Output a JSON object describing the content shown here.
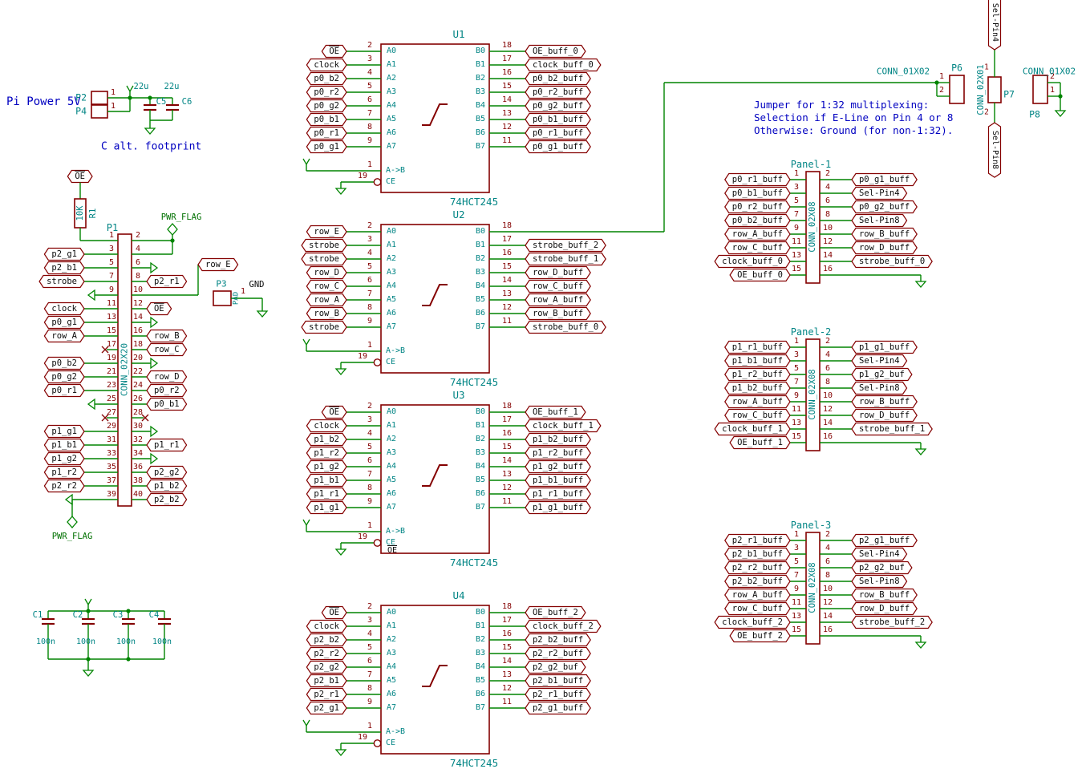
{
  "colors": {
    "wire": "#008400",
    "component": "#840000",
    "field": "#008484",
    "note": "#0000C0",
    "label_text": "#0b0b0b"
  },
  "notes": {
    "power_title": "Pi Power 5V",
    "cap_note": "C alt. footprint",
    "jumper_lines": [
      "Jumper for 1:32 multiplexing:",
      "Selection if E-Line on Pin 4 or 8",
      "Otherwise: Ground (for non-1:32)."
    ]
  },
  "power": {
    "pads": [
      {
        "ref": "P2",
        "n": "1"
      },
      {
        "ref": "P4",
        "n": "1"
      }
    ],
    "caps": [
      {
        "ref": "C5",
        "value": "22u"
      },
      {
        "ref": "C6",
        "value": "22u"
      }
    ]
  },
  "pullup": {
    "ref": "R1",
    "value": "10K",
    "net": "OE"
  },
  "flags": {
    "pwr_flag_top": "PWR_FLAG",
    "pwr_flag_bottom": "PWR_FLAG"
  },
  "row_e": {
    "label": "row_E"
  },
  "p3": {
    "ref": "P3",
    "value": "PAD",
    "n": "1",
    "net": "GND"
  },
  "gpio": {
    "ref": "P1",
    "value": "CONN_02X20",
    "left": [
      {
        "n": "1",
        "conn": "r1"
      },
      {
        "n": "3",
        "label": "p2_g1"
      },
      {
        "n": "5",
        "label": "p2_b1"
      },
      {
        "n": "7",
        "label": "strobe"
      },
      {
        "n": "9",
        "conn": "gnd"
      },
      {
        "n": "11",
        "label": "clock"
      },
      {
        "n": "13",
        "label": "p0_g1"
      },
      {
        "n": "15",
        "label": "row_A"
      },
      {
        "n": "17",
        "conn": "nc"
      },
      {
        "n": "19",
        "label": "p0_b2"
      },
      {
        "n": "21",
        "label": "p0_g2"
      },
      {
        "n": "23",
        "label": "p0_r1"
      },
      {
        "n": "25",
        "conn": "gnd"
      },
      {
        "n": "27",
        "conn": "nc"
      },
      {
        "n": "29",
        "label": "p1_g1"
      },
      {
        "n": "31",
        "label": "p1_b1"
      },
      {
        "n": "33",
        "label": "p1_g2"
      },
      {
        "n": "35",
        "label": "p1_r2"
      },
      {
        "n": "37",
        "label": "p2_r2"
      },
      {
        "n": "39",
        "conn": "pwrflag"
      }
    ],
    "right": [
      {
        "n": "2",
        "conn": "pwr"
      },
      {
        "n": "4",
        "conn": "pwr"
      },
      {
        "n": "6",
        "conn": "gnd"
      },
      {
        "n": "8",
        "label": "p2_r1"
      },
      {
        "n": "10",
        "conn": "rowe"
      },
      {
        "n": "12",
        "label": "OE",
        "bar": true
      },
      {
        "n": "14",
        "conn": "gnd"
      },
      {
        "n": "16",
        "label": "row_B"
      },
      {
        "n": "18",
        "label": "row_C"
      },
      {
        "n": "20",
        "conn": "gnd"
      },
      {
        "n": "22",
        "label": "row_D"
      },
      {
        "n": "24",
        "label": "p0_r2"
      },
      {
        "n": "26",
        "label": "p0_b1"
      },
      {
        "n": "28",
        "conn": "nc"
      },
      {
        "n": "30",
        "conn": "gnd"
      },
      {
        "n": "32",
        "label": "p1_r1"
      },
      {
        "n": "34",
        "conn": "gnd"
      },
      {
        "n": "36",
        "label": "p2_g2"
      },
      {
        "n": "38",
        "label": "p1_b2"
      },
      {
        "n": "40",
        "label": "p2_b2"
      }
    ]
  },
  "decoupling": [
    {
      "ref": "C1",
      "value": "100n"
    },
    {
      "ref": "C2",
      "value": "100n"
    },
    {
      "ref": "C3",
      "value": "100n"
    },
    {
      "ref": "C4",
      "value": "100n"
    }
  ],
  "buffers": [
    {
      "ref": "U1",
      "value": "74HCT245",
      "left_pins": [
        {
          "n": "2",
          "name": "A0",
          "label": "OE",
          "bar": true
        },
        {
          "n": "3",
          "name": "A1",
          "label": "clock"
        },
        {
          "n": "4",
          "name": "A2",
          "label": "p0_b2"
        },
        {
          "n": "5",
          "name": "A3",
          "label": "p0_r2"
        },
        {
          "n": "6",
          "name": "A4",
          "label": "p0_g2"
        },
        {
          "n": "7",
          "name": "A5",
          "label": "p0_b1"
        },
        {
          "n": "8",
          "name": "A6",
          "label": "p0_r1"
        },
        {
          "n": "9",
          "name": "A7",
          "label": "p0_g1"
        }
      ],
      "right_pins": [
        {
          "n": "18",
          "name": "B0",
          "label": "OE_buff_0"
        },
        {
          "n": "17",
          "name": "B1",
          "label": "clock_buff_0"
        },
        {
          "n": "16",
          "name": "B2",
          "label": "p0_b2_buff"
        },
        {
          "n": "15",
          "name": "B3",
          "label": "p0_r2_buff"
        },
        {
          "n": "14",
          "name": "B4",
          "label": "p0_g2_buff"
        },
        {
          "n": "13",
          "name": "B5",
          "label": "p0_b1_buff"
        },
        {
          "n": "12",
          "name": "B6",
          "label": "p0_r1_buff"
        },
        {
          "n": "11",
          "name": "B7",
          "label": "p0_g1_buff"
        }
      ],
      "dir_pin": {
        "n": "1",
        "name": "A->B"
      },
      "ce_pin": {
        "n": "19",
        "name": "CE"
      }
    },
    {
      "ref": "U2",
      "value": "74HCT245",
      "left_pins": [
        {
          "n": "2",
          "name": "A0",
          "label": "row_E"
        },
        {
          "n": "3",
          "name": "A1",
          "label": "strobe"
        },
        {
          "n": "4",
          "name": "A2",
          "label": "strobe"
        },
        {
          "n": "5",
          "name": "A3",
          "label": "row_D"
        },
        {
          "n": "6",
          "name": "A4",
          "label": "row_C"
        },
        {
          "n": "7",
          "name": "A5",
          "label": "row_A"
        },
        {
          "n": "8",
          "name": "A6",
          "label": "row_B"
        },
        {
          "n": "9",
          "name": "A7",
          "label": "strobe"
        }
      ],
      "right_pins": [
        {
          "n": "18",
          "name": "B0",
          "wire": true
        },
        {
          "n": "17",
          "name": "B1",
          "label": "strobe_buff_2"
        },
        {
          "n": "16",
          "name": "B2",
          "label": "strobe_buff_1"
        },
        {
          "n": "15",
          "name": "B3",
          "label": "row_D_buff"
        },
        {
          "n": "14",
          "name": "B4",
          "label": "row_C_buff"
        },
        {
          "n": "13",
          "name": "B5",
          "label": "row_A_buff"
        },
        {
          "n": "12",
          "name": "B6",
          "label": "row_B_buff"
        },
        {
          "n": "11",
          "name": "B7",
          "label": "strobe_buff_0"
        }
      ],
      "dir_pin": {
        "n": "1",
        "name": "A->B"
      },
      "ce_pin": {
        "n": "19",
        "name": "CE"
      }
    },
    {
      "ref": "U3",
      "value": "74HCT245",
      "left_pins": [
        {
          "n": "2",
          "name": "A0",
          "label": "OE",
          "bar": true
        },
        {
          "n": "3",
          "name": "A1",
          "label": "clock"
        },
        {
          "n": "4",
          "name": "A2",
          "label": "p1_b2"
        },
        {
          "n": "5",
          "name": "A3",
          "label": "p1_r2"
        },
        {
          "n": "6",
          "name": "A4",
          "label": "p1_g2"
        },
        {
          "n": "7",
          "name": "A5",
          "label": "p1_b1"
        },
        {
          "n": "8",
          "name": "A6",
          "label": "p1_r1"
        },
        {
          "n": "9",
          "name": "A7",
          "label": "p1_g1"
        }
      ],
      "right_pins": [
        {
          "n": "18",
          "name": "B0",
          "label": "OE_buff_1"
        },
        {
          "n": "17",
          "name": "B1",
          "label": "clock_buff_1"
        },
        {
          "n": "16",
          "name": "B2",
          "label": "p1_b2_buff"
        },
        {
          "n": "15",
          "name": "B3",
          "label": "p1_r2_buff"
        },
        {
          "n": "14",
          "name": "B4",
          "label": "p1_g2_buff"
        },
        {
          "n": "13",
          "name": "B5",
          "label": "p1_b1_buff"
        },
        {
          "n": "12",
          "name": "B6",
          "label": "p1_r1_buff"
        },
        {
          "n": "11",
          "name": "B7",
          "label": "p1_g1_buff"
        }
      ],
      "dir_pin": {
        "n": "1",
        "name": "A->B"
      },
      "ce_pin": {
        "n": "19",
        "name": "CE"
      },
      "ce_label": {
        "label": "OE",
        "bar": true
      }
    },
    {
      "ref": "U4",
      "value": "74HCT245",
      "left_pins": [
        {
          "n": "2",
          "name": "A0",
          "label": "OE",
          "bar": true
        },
        {
          "n": "3",
          "name": "A1",
          "label": "clock"
        },
        {
          "n": "4",
          "name": "A2",
          "label": "p2_b2"
        },
        {
          "n": "5",
          "name": "A3",
          "label": "p2_r2"
        },
        {
          "n": "6",
          "name": "A4",
          "label": "p2_g2"
        },
        {
          "n": "7",
          "name": "A5",
          "label": "p2_b1"
        },
        {
          "n": "8",
          "name": "A6",
          "label": "p2_r1"
        },
        {
          "n": "9",
          "name": "A7",
          "label": "p2_g1"
        }
      ],
      "right_pins": [
        {
          "n": "18",
          "name": "B0",
          "label": "OE_buff_2"
        },
        {
          "n": "17",
          "name": "B1",
          "label": "clock_buff_2"
        },
        {
          "n": "16",
          "name": "B2",
          "label": "p2_b2_buff"
        },
        {
          "n": "15",
          "name": "B3",
          "label": "p2_r2_buff"
        },
        {
          "n": "14",
          "name": "B4",
          "label": "p2_g2_buf"
        },
        {
          "n": "13",
          "name": "B5",
          "label": "p2_b1_buff"
        },
        {
          "n": "12",
          "name": "B6",
          "label": "p2_r1_buff"
        },
        {
          "n": "11",
          "name": "B7",
          "label": "p2_g1_buff"
        }
      ],
      "dir_pin": {
        "n": "1",
        "name": "A->B"
      },
      "ce_pin": {
        "n": "19",
        "name": "CE"
      }
    }
  ],
  "panels": [
    {
      "title": "Panel-1",
      "value": "CONN_02X08",
      "left": [
        {
          "n": "1",
          "label": "p0_r1_buff"
        },
        {
          "n": "3",
          "label": "p0_b1_buff"
        },
        {
          "n": "5",
          "label": "p0_r2_buff"
        },
        {
          "n": "7",
          "label": "p0_b2_buff"
        },
        {
          "n": "9",
          "label": "row_A_buff"
        },
        {
          "n": "11",
          "label": "row_C_buff"
        },
        {
          "n": "13",
          "label": "clock_buff_0"
        },
        {
          "n": "15",
          "label": "OE_buff_0"
        }
      ],
      "right": [
        {
          "n": "2",
          "label": "p0_g1_buff"
        },
        {
          "n": "4",
          "label": "Sel-Pin4"
        },
        {
          "n": "6",
          "label": "p0_g2_buff"
        },
        {
          "n": "8",
          "label": "Sel-Pin8"
        },
        {
          "n": "10",
          "label": "row_B_buff"
        },
        {
          "n": "12",
          "label": "row_D_buff"
        },
        {
          "n": "14",
          "label": "strobe_buff_0"
        },
        {
          "n": "16",
          "conn": "gnd"
        }
      ]
    },
    {
      "title": "Panel-2",
      "value": "CONN_02X08",
      "left": [
        {
          "n": "1",
          "label": "p1_r1_buff"
        },
        {
          "n": "3",
          "label": "p1_b1_buff"
        },
        {
          "n": "5",
          "label": "p1_r2_buff"
        },
        {
          "n": "7",
          "label": "p1_b2_buff"
        },
        {
          "n": "9",
          "label": "row_A_buff"
        },
        {
          "n": "11",
          "label": "row_C_buff"
        },
        {
          "n": "13",
          "label": "clock_buff_1"
        },
        {
          "n": "15",
          "label": "OE_buff_1"
        }
      ],
      "right": [
        {
          "n": "2",
          "label": "p1_g1_buff"
        },
        {
          "n": "4",
          "label": "Sel-Pin4"
        },
        {
          "n": "6",
          "label": "p1_g2_buf"
        },
        {
          "n": "8",
          "label": "Sel-Pin8"
        },
        {
          "n": "10",
          "label": "row_B_buff"
        },
        {
          "n": "12",
          "label": "row_D_buff"
        },
        {
          "n": "14",
          "label": "strobe_buff_1"
        },
        {
          "n": "16",
          "conn": "gnd"
        }
      ]
    },
    {
      "title": "Panel-3",
      "value": "CONN_02X08",
      "left": [
        {
          "n": "1",
          "label": "p2_r1_buff"
        },
        {
          "n": "3",
          "label": "p2_b1_buff"
        },
        {
          "n": "5",
          "label": "p2_r2_buff"
        },
        {
          "n": "7",
          "label": "p2_b2_buff"
        },
        {
          "n": "9",
          "label": "row_A_buff"
        },
        {
          "n": "11",
          "label": "row_C_buff"
        },
        {
          "n": "13",
          "label": "clock_buff_2"
        },
        {
          "n": "15",
          "label": "OE_buff_2"
        }
      ],
      "right": [
        {
          "n": "2",
          "label": "p2_g1_buff"
        },
        {
          "n": "4",
          "label": "Sel-Pin4"
        },
        {
          "n": "6",
          "label": "p2_g2_buf"
        },
        {
          "n": "8",
          "label": "Sel-Pin8"
        },
        {
          "n": "10",
          "label": "row_B_buff"
        },
        {
          "n": "12",
          "label": "row_D_buff"
        },
        {
          "n": "14",
          "label": "strobe_buff_2"
        },
        {
          "n": "16",
          "conn": "gnd"
        }
      ]
    }
  ],
  "jumper": {
    "sel_top": "Sel-Pin4",
    "sel_bottom": "Sel-Pin8",
    "p6": {
      "ref": "P6",
      "value": "CONN_01X02",
      "pins": [
        {
          "n": "1"
        },
        {
          "n": "2"
        }
      ]
    },
    "p7": {
      "ref": "P7",
      "value": "CONN_02X01",
      "pins": [
        {
          "n": "1"
        },
        {
          "n": "2"
        }
      ]
    },
    "p8": {
      "ref": "P8",
      "value": "CONN_01X02",
      "pins": [
        {
          "n": "2"
        },
        {
          "n": "1"
        }
      ]
    }
  }
}
